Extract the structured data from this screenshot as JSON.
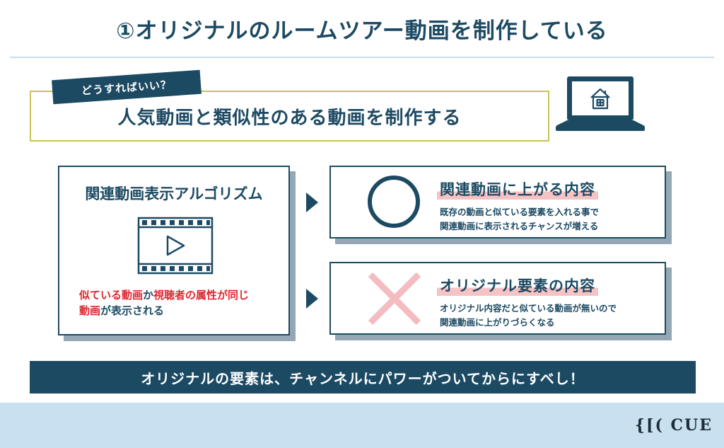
{
  "title": "①オリジナルのルームツアー動画を制作している",
  "question": {
    "tag": "どうすればいい？",
    "answer": "人気動画と類似性のある動画を制作する"
  },
  "algorithm": {
    "title": "関連動画表示アルゴリズム",
    "note_part1": "似ている動画",
    "note_part2": "か",
    "note_part3": "視聴者の属性が同じ",
    "note_part4": "動画",
    "note_part5": "が表示される"
  },
  "results": [
    {
      "symbol": "circle",
      "title": "関連動画に上がる内容",
      "line1": "既存の動画と似ている要素を入れる事で",
      "line2": "関連動画に表示されるチャンスが増える"
    },
    {
      "symbol": "cross",
      "title": "オリジナル要素の内容",
      "line1": "オリジナル内容だと似ている動画が無いので",
      "line2": "関連動画に上がりづらくなる"
    }
  ],
  "banner": "オリジナルの要素は、チャンネルにパワーがついてからにすべし！",
  "logo": "{[( CUE",
  "colors": {
    "navy": "#1d4a63",
    "accent_red": "#e0262f",
    "highlight_pink": "#f6c3c5",
    "cross_pink": "#f4bcc0",
    "box_border_yellow": "#c9c25a",
    "footer_blue": "#c8e0ef"
  },
  "icons": [
    "laptop-house-icon",
    "film-play-icon",
    "arrow-right-icon",
    "circle-ok-icon",
    "cross-ng-icon"
  ]
}
